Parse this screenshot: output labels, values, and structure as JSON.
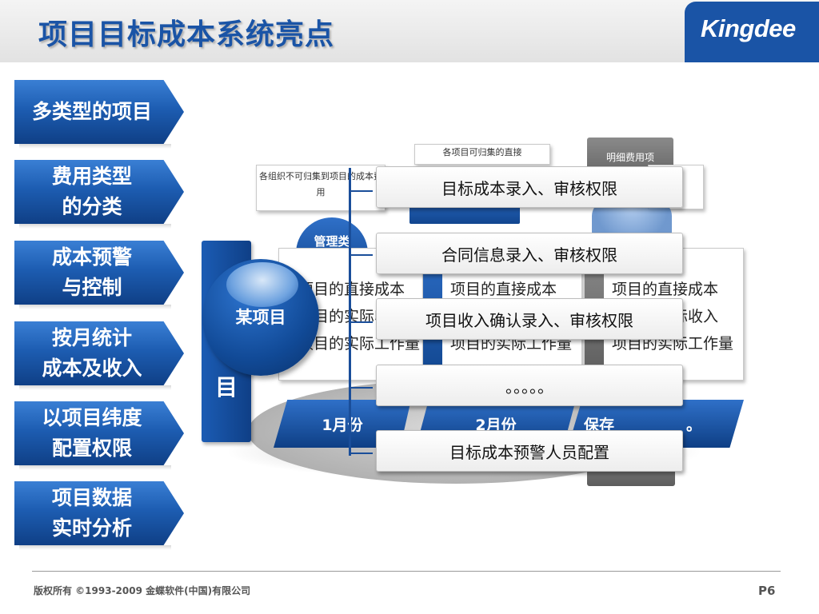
{
  "header": {
    "title": "项目目标成本系统亮点",
    "logo": "Kingdee"
  },
  "sidebar": {
    "items": [
      {
        "label": "多类型的项目"
      },
      {
        "label": "费用类型\n的分类"
      },
      {
        "label": "成本预警\n与控制"
      },
      {
        "label": "按月统计\n成本及收入"
      },
      {
        "label": "以项目纬度\n配置权限"
      },
      {
        "label": "项目数据\n实时分析"
      }
    ]
  },
  "diagram": {
    "center_label": "某项目",
    "vertical_bar_label": "目",
    "box_org_costs": "各组织不可归集到项目的成本费用",
    "box_direct_costs_top": "各项目可归集的直接",
    "box_detail_items": "明细费用项",
    "box_mgmt": "管理类",
    "panel_lines": [
      "项目的直接成本",
      "项目的实际收入",
      "项目的实际工作量"
    ],
    "months": {
      "m1": "1月份",
      "m2": "2月份",
      "save": "保存",
      "dots": "。"
    }
  },
  "popups": [
    "目标成本录入、审核权限",
    "合同信息录入、审核权限",
    "项目收入确认录入、审核权限",
    "。。。。。",
    "目标成本预警人员配置"
  ],
  "footer": {
    "copyright": "版权所有 ©1993-2009 金蝶软件(中国)有限公司",
    "page": "P6"
  }
}
